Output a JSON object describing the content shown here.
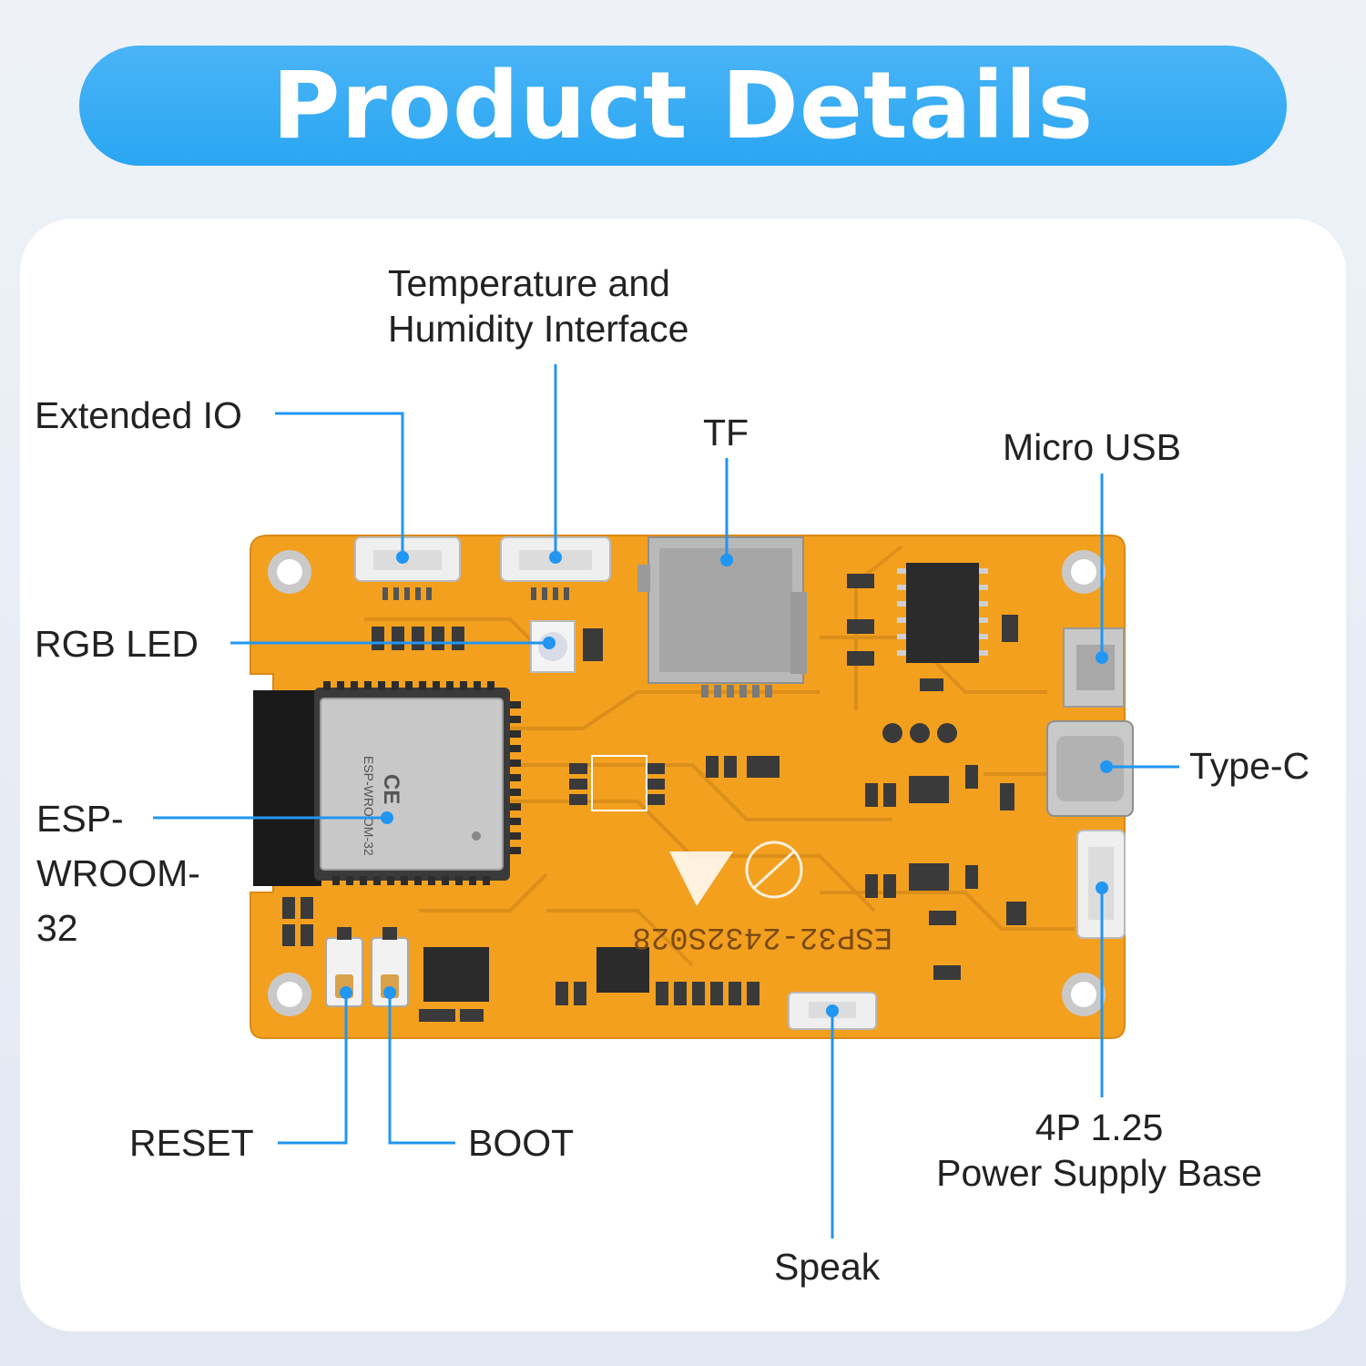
{
  "header": {
    "title": "Product Details"
  },
  "labels": {
    "temp_humidity_line1": "Temperature and",
    "temp_humidity_line2": "Humidity Interface",
    "extended_io": "Extended IO",
    "tf": "TF",
    "micro_usb": "Micro USB",
    "rgb_led": "RGB LED",
    "type_c": "Type-C",
    "esp_line1": "ESP-",
    "esp_line2": "WROOM-",
    "esp_line3": "32",
    "reset": "RESET",
    "boot": "BOOT",
    "power_line1": "4P 1.25",
    "power_line2": "Power Supply Base",
    "speak": "Speak"
  },
  "board": {
    "silkscreen": "ESP32-2432S028",
    "module_text": "ESP-WROOM-32",
    "ce_mark": "CE",
    "board_color": "#f3a01f",
    "accent_color": "#2196f3"
  }
}
